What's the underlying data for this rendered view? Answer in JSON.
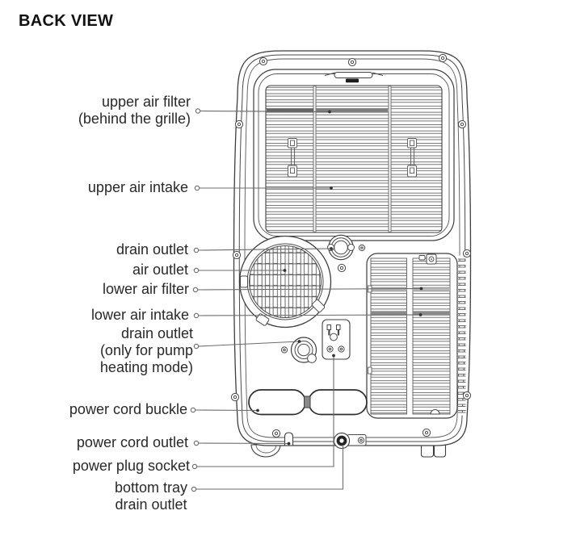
{
  "page": {
    "title": "BACK VIEW"
  },
  "diagram": {
    "labels": [
      {
        "id": "upper-air-filter",
        "text": "upper air filter\n(behind the grille)"
      },
      {
        "id": "upper-air-intake",
        "text": "upper air intake"
      },
      {
        "id": "drain-outlet",
        "text": "drain outlet"
      },
      {
        "id": "air-outlet",
        "text": "air outlet"
      },
      {
        "id": "lower-air-filter",
        "text": "lower air filter"
      },
      {
        "id": "lower-air-intake",
        "text": "lower air intake"
      },
      {
        "id": "pump-drain-outlet",
        "text": "drain outlet\n(only for pump\nheating mode)"
      },
      {
        "id": "power-cord-buckle",
        "text": "power cord buckle"
      },
      {
        "id": "power-cord-outlet",
        "text": "power cord outlet"
      },
      {
        "id": "power-plug-socket",
        "text": "power plug socket"
      },
      {
        "id": "bottom-tray-drain-outlet",
        "text": "bottom tray\ndrain outlet"
      }
    ]
  },
  "colors": {
    "ink": "#2b282a",
    "outline": "#3d3d3d",
    "detail": "#5f5f5f",
    "leader": "#6b6b6b"
  }
}
